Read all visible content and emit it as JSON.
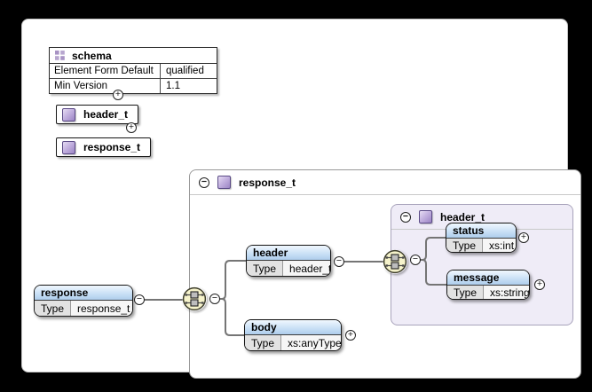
{
  "glyphs": {
    "collapse": "−",
    "expand": "+"
  },
  "icons": {
    "schema": "grid-icon",
    "complex_type": "purple-square-icon",
    "sequence": "sequence-compositor-icon",
    "expand": "plus-circle-icon",
    "collapse": "minus-circle-icon"
  },
  "schema": {
    "title": "schema",
    "rows": [
      {
        "label": "Element Form Default",
        "value": "qualified"
      },
      {
        "label": "Min Version",
        "value": "1.1"
      }
    ]
  },
  "globals": {
    "header_t": "header_t",
    "response_t": "response_t"
  },
  "containers": {
    "response_t": "response_t",
    "header_t": "header_t"
  },
  "elements": {
    "response": {
      "name": "response",
      "type_key": "Type",
      "type_value": "response_t"
    },
    "header": {
      "name": "header",
      "type_key": "Type",
      "type_value": "header_t"
    },
    "body": {
      "name": "body",
      "type_key": "Type",
      "type_value": "xs:anyType"
    },
    "status": {
      "name": "status",
      "type_key": "Type",
      "type_value": "xs:int"
    },
    "message": {
      "name": "message",
      "type_key": "Type",
      "type_value": "xs:string"
    }
  },
  "colors": {
    "element_header_blue": "#aecdec",
    "sequence_fill": "#f6f3cb",
    "type_icon_purple": "#9b84c4",
    "container_tint": "#efecf7",
    "connector": "#757575",
    "canvas_bg": "#ffffff",
    "frame_bg": "#000000"
  }
}
